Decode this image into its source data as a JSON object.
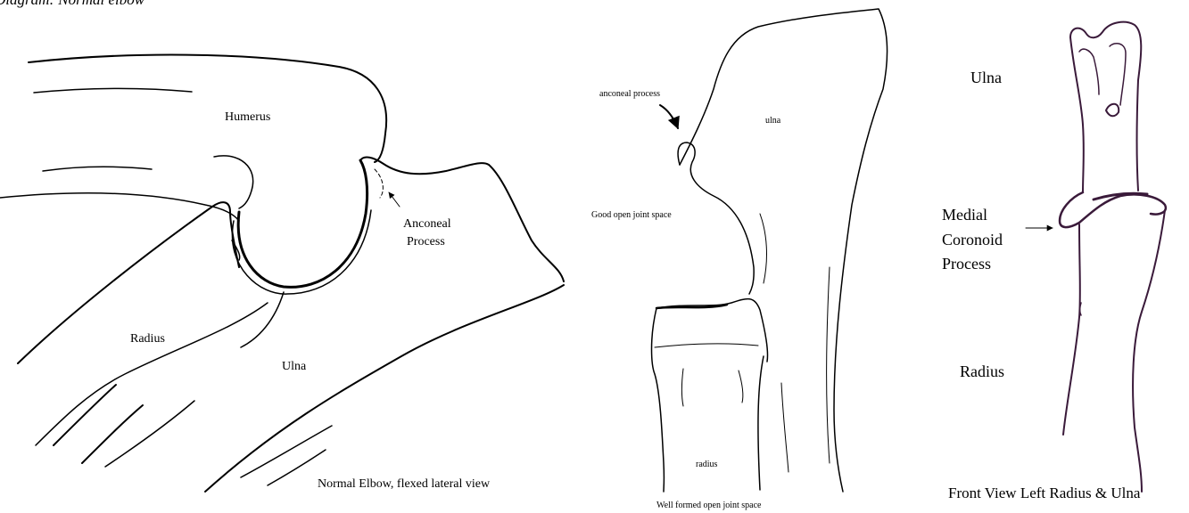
{
  "header": {
    "caption": "Diagram: Normal elbow"
  },
  "lateral_view": {
    "humerus": "Humerus",
    "anconeal_process_line1": "Anconeal",
    "anconeal_process_line2": "Process",
    "radius": "Radius",
    "ulna": "Ulna",
    "caption": "Normal Elbow, flexed lateral view"
  },
  "radiograph_view": {
    "anconeal_process": "anconeal process",
    "ulna": "ulna",
    "joint_space": "Good open joint space",
    "radius": "radius",
    "caption": "Well formed open joint space"
  },
  "front_view": {
    "ulna": "Ulna",
    "medial_line1": "Medial",
    "medial_line2": "Coronoid",
    "medial_line3": "Process",
    "radius": "Radius",
    "caption": "Front View Left Radius & Ulna"
  }
}
